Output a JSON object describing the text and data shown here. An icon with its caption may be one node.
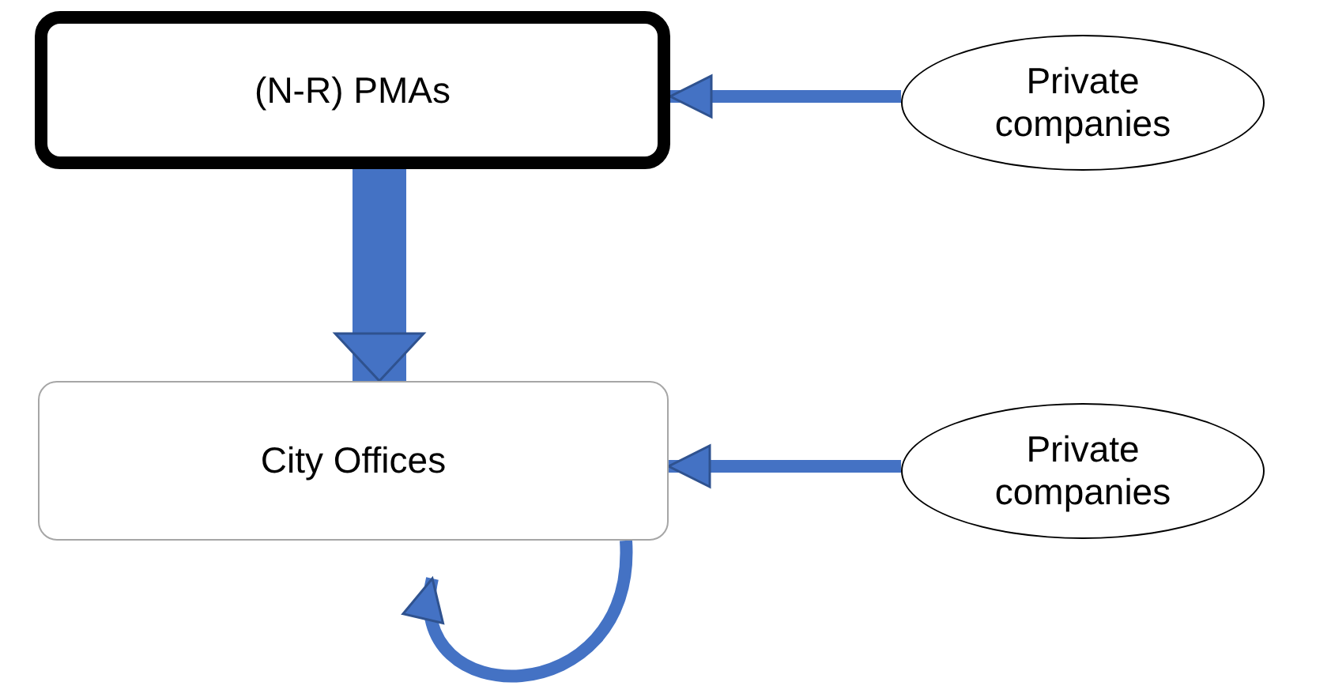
{
  "diagram": {
    "nodes": [
      {
        "text": [
          "(N-R) PMAs"
        ]
      },
      {
        "text": [
          "Private companies"
        ]
      },
      {
        "text": [
          "City Offices"
        ]
      },
      {
        "text": [
          "Private companies"
        ]
      }
    ],
    "edges": [
      {
        "from": 1,
        "to": 0,
        "arrow": "to"
      },
      {
        "from": 0,
        "to": 2,
        "arrow": "to",
        "style": "thick"
      },
      {
        "from": 3,
        "to": 2,
        "arrow": "to"
      },
      {
        "from": 2,
        "to": 2,
        "arrow": "to"
      }
    ]
  }
}
